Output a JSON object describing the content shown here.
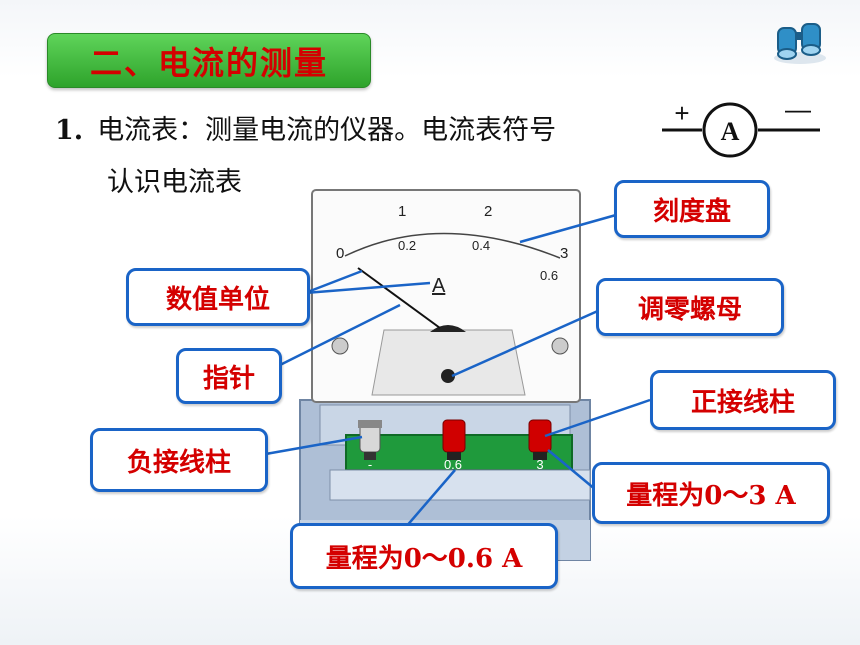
{
  "section_title": "二、电流的测量",
  "item_number": "1.",
  "item_text": "电流表：测量电流的仪器。电流表符号",
  "subheading": "认识电流表",
  "symbol": {
    "plus": "+",
    "letter": "A",
    "minus": "—"
  },
  "scale": {
    "top_labels": [
      "0",
      "1",
      "2",
      "3"
    ],
    "bottom_labels": [
      "0.2",
      "0.4",
      "0.6"
    ],
    "unit": "A"
  },
  "terminals": {
    "minus_label": "-",
    "mid_label": "0.6",
    "right_label": "3"
  },
  "callouts": {
    "dial": "刻度盘",
    "unit": "数值单位",
    "zero_screw": "调零螺母",
    "pointer": "指针",
    "positive": "正接线柱",
    "negative": "负接线柱",
    "range_large": "量程为0～3 A",
    "range_small": "量程为0～0.6 A"
  },
  "colors": {
    "title_bg": "#3bb838",
    "title_text": "#d40000",
    "callout_border": "#1a64c7",
    "callout_text": "#d40000"
  },
  "icons": [
    "binoculars-icon"
  ]
}
